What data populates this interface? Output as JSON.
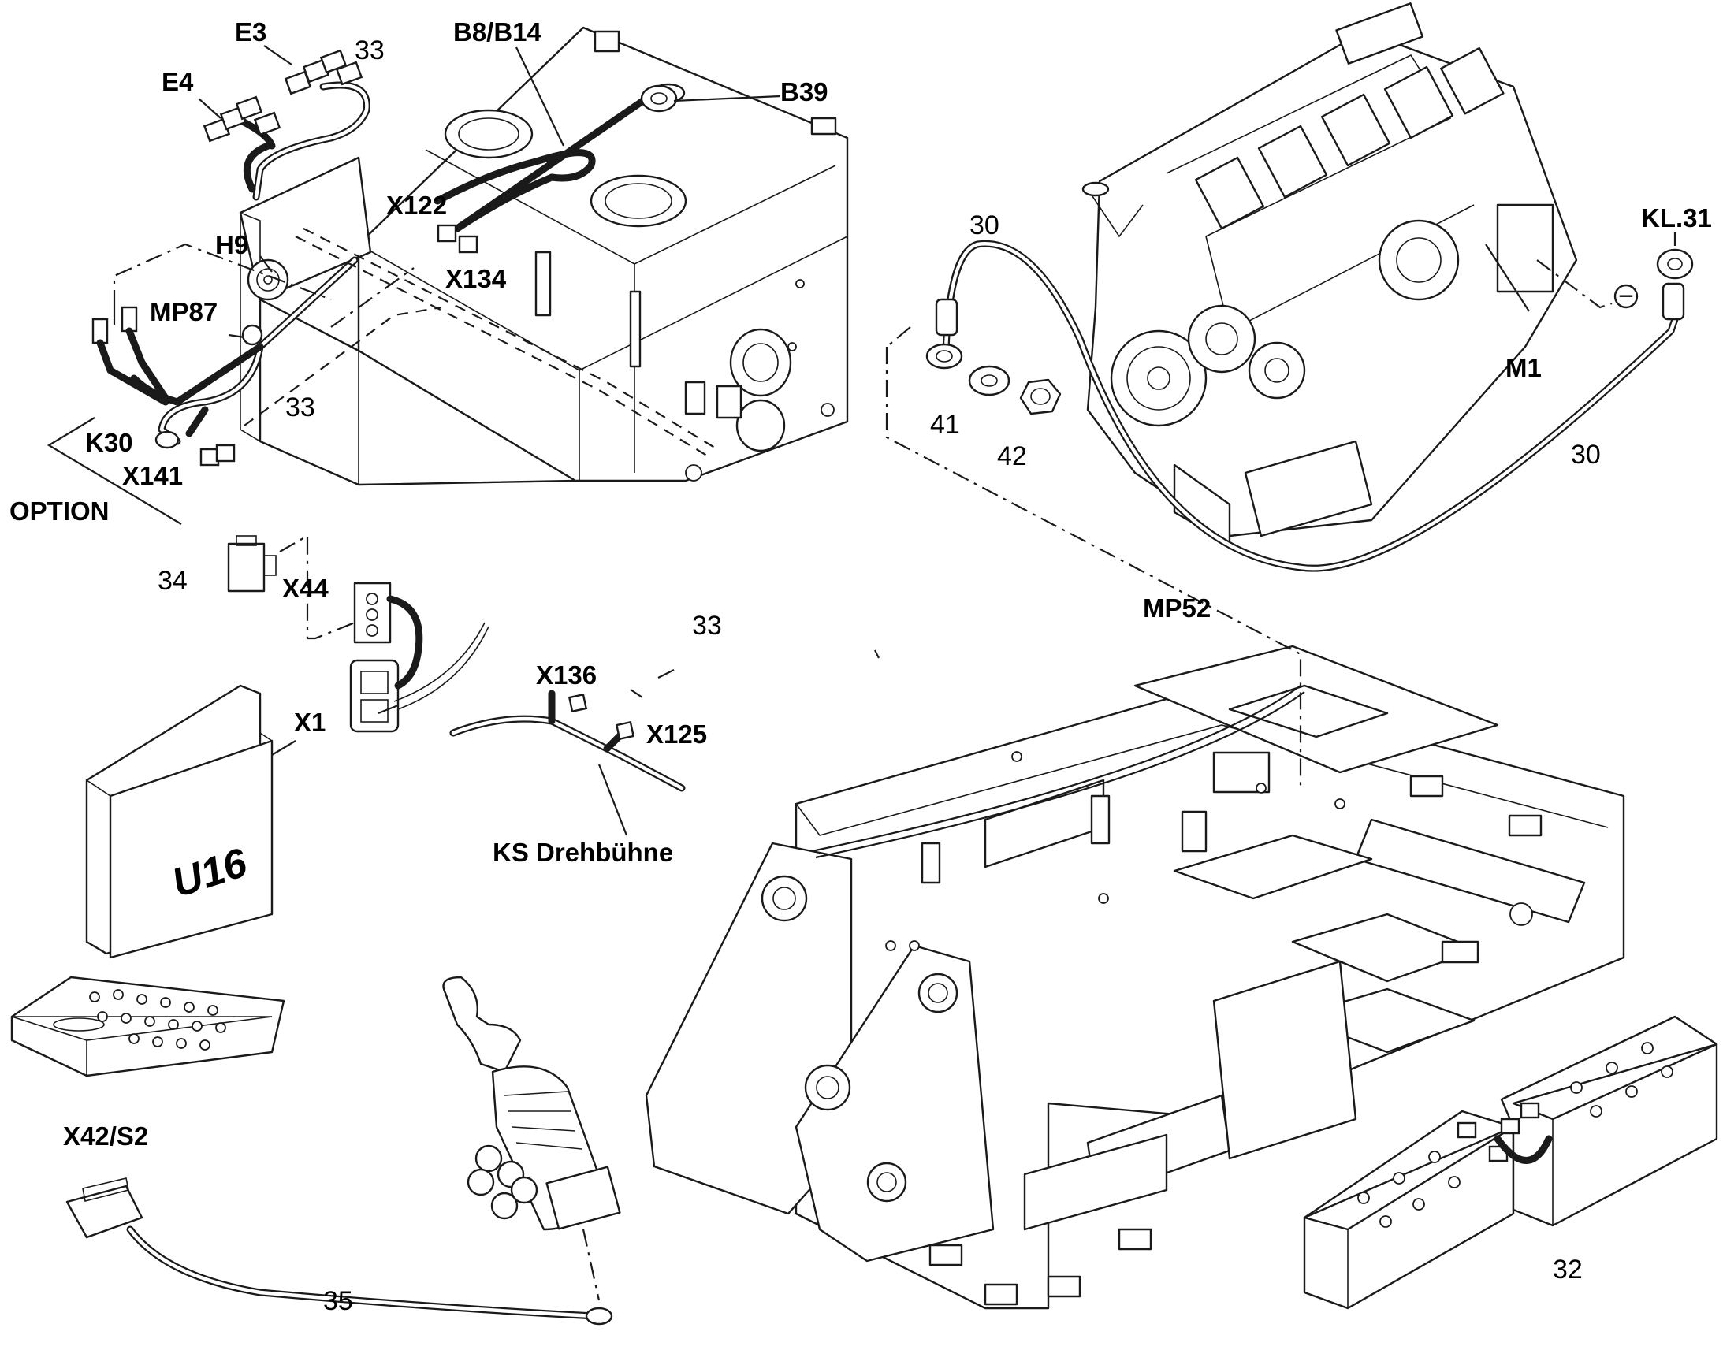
{
  "labels": {
    "e3": "E3",
    "e4": "E4",
    "n33_top": "33",
    "b8b14": "B8/B14",
    "b39": "B39",
    "x122": "X122",
    "x134": "X134",
    "h9": "H9",
    "mp87": "MP87",
    "n33_left": "33",
    "k30": "K30",
    "x141": "X141",
    "option": "OPTION",
    "n34": "34",
    "x44": "X44",
    "x1": "X1",
    "u16": "U16",
    "x42s2": "X42/S2",
    "n35": "35",
    "x136": "X136",
    "n33_mid": "33",
    "x125": "X125",
    "ks_drehbuehne": "KS Drehbühne",
    "n30_top": "30",
    "n41": "41",
    "n42": "42",
    "m1": "M1",
    "kl31": "KL.31",
    "n30_right": "30",
    "mp52": "MP52",
    "n32": "32"
  },
  "symbols": {
    "minus_sign": "−"
  }
}
